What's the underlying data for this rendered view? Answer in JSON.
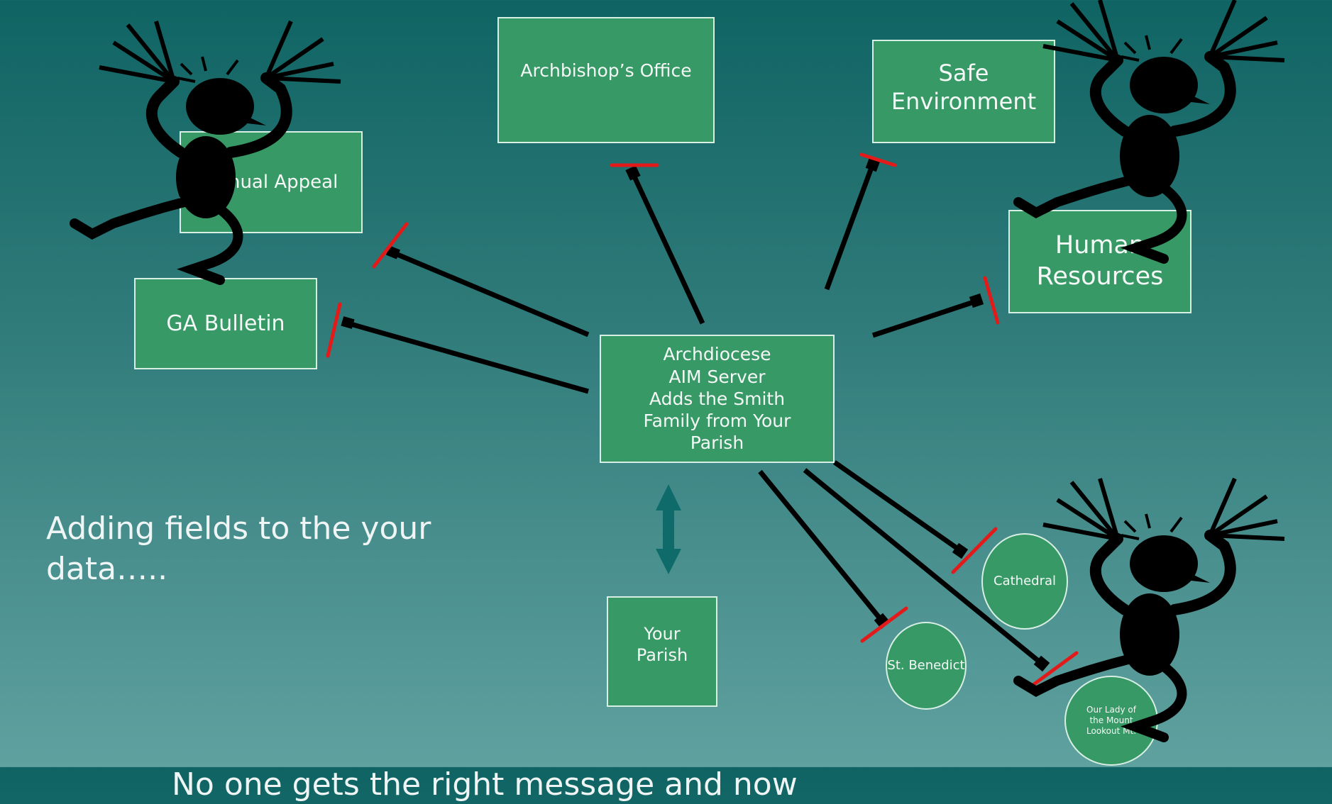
{
  "nodes": {
    "archbishops_office": "Archbishop’s Office",
    "safe_environment": "Safe\nEnvironment",
    "annual_appeal": "Annual Appeal",
    "ga_bulletin": "GA Bulletin",
    "human_resources": "Human\nResources",
    "server": "Archdiocese\nAIM Server\nAdds the Smith\nFamily from Your\nParish",
    "your_parish": "Your\nParish",
    "cathedral": "Cathedral",
    "st_benedict": "St. Benedict",
    "our_lady": "Our Lady of\nthe Mount\nLookout Mt."
  },
  "captions": {
    "adding_fields": "Adding fields to the your\ndata…..",
    "no_one": "No one gets the right message and now"
  },
  "colors": {
    "box_fill": "#379965",
    "connector": "#000000",
    "blocked_marker": "#e31a1a",
    "double_arrow": "#0e6b6a"
  },
  "icons": [
    "frantic-figure-icon"
  ]
}
